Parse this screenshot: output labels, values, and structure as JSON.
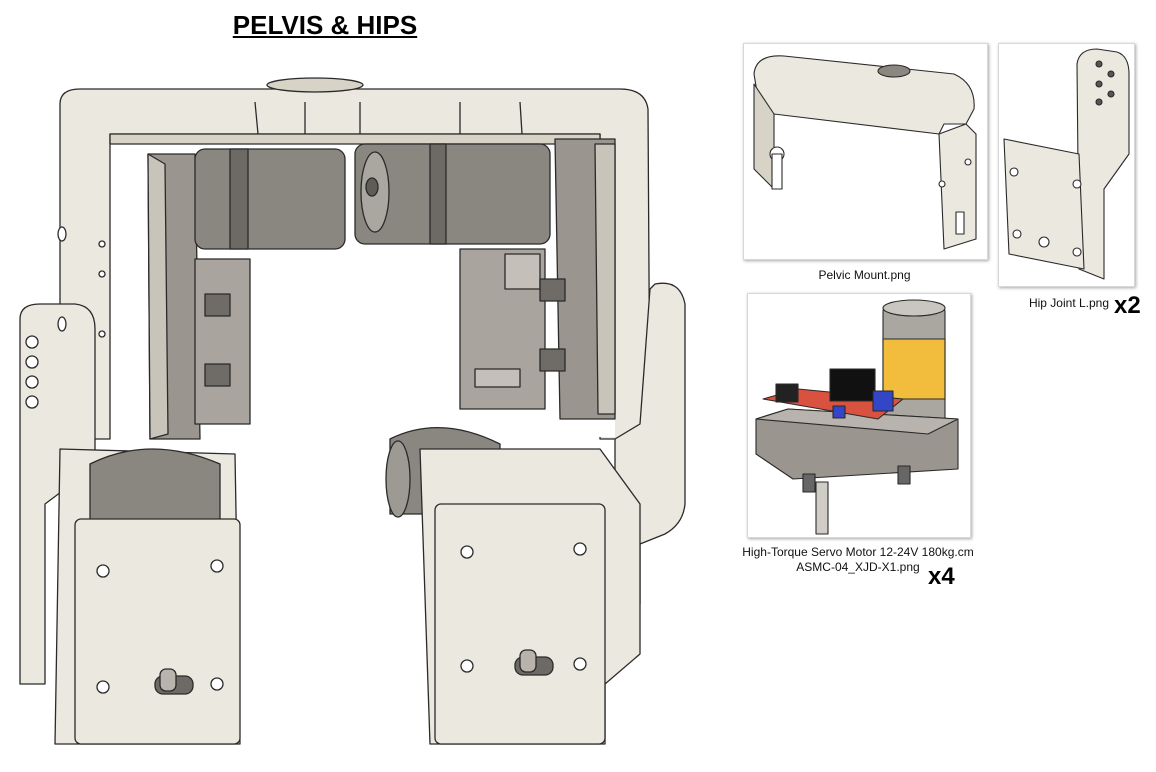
{
  "title": "PELVIS & HIPS",
  "parts": [
    {
      "file": "Pelvic Mount.png"
    },
    {
      "file": "Hip Joint L.png",
      "quantity": "x2"
    },
    {
      "line1": "High-Torque Servo Motor 12-24V 180kg.cm",
      "line2": "ASMC-04_XJD-X1.png",
      "quantity": "x4"
    }
  ],
  "colors": {
    "cream": "#ebe8df",
    "cream_shade": "#d7d3c7",
    "motor_gray": "#8a8680",
    "motor_dark": "#5f5c57",
    "motor_yellow": "#f2bd3c",
    "pcb_red": "#d9523f",
    "relay_black": "#111111",
    "cap_blue": "#3346c7",
    "line": "#2a2a2a"
  },
  "icons": [
    "cad-assembly-render",
    "pelvic-mount-render",
    "hip-joint-render",
    "servo-motor-render"
  ]
}
